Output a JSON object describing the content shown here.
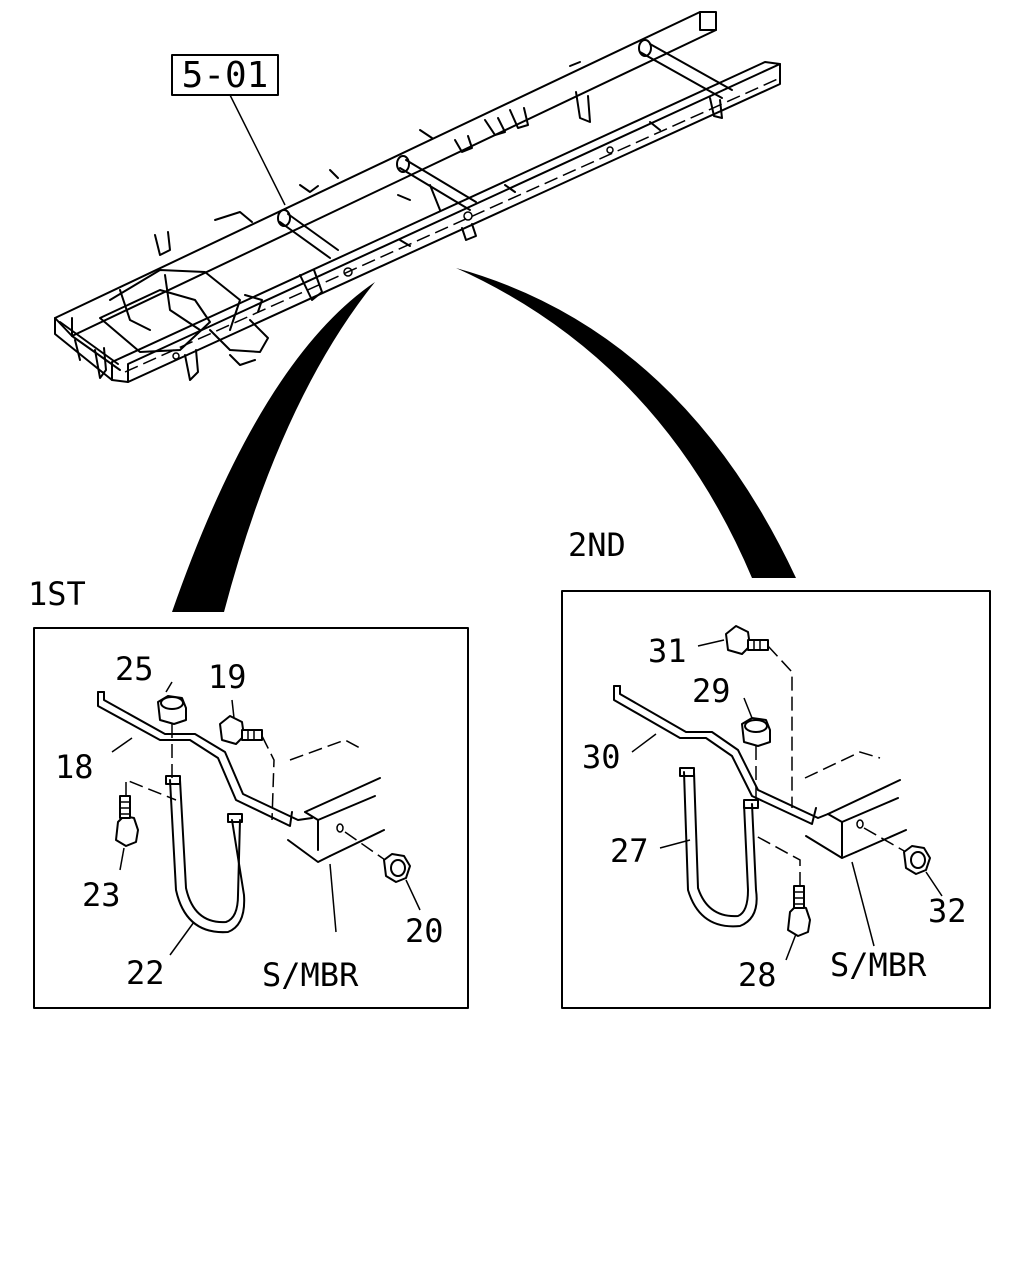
{
  "diagram": {
    "ref_label": "5-01",
    "detail_1st": {
      "title": "1ST",
      "member_label": "S/MBR",
      "callouts": [
        "25",
        "19",
        "18",
        "23",
        "22",
        "20"
      ]
    },
    "detail_2nd": {
      "title": "2ND",
      "member_label": "S/MBR",
      "callouts": [
        "31",
        "29",
        "30",
        "27",
        "28",
        "32"
      ]
    }
  }
}
